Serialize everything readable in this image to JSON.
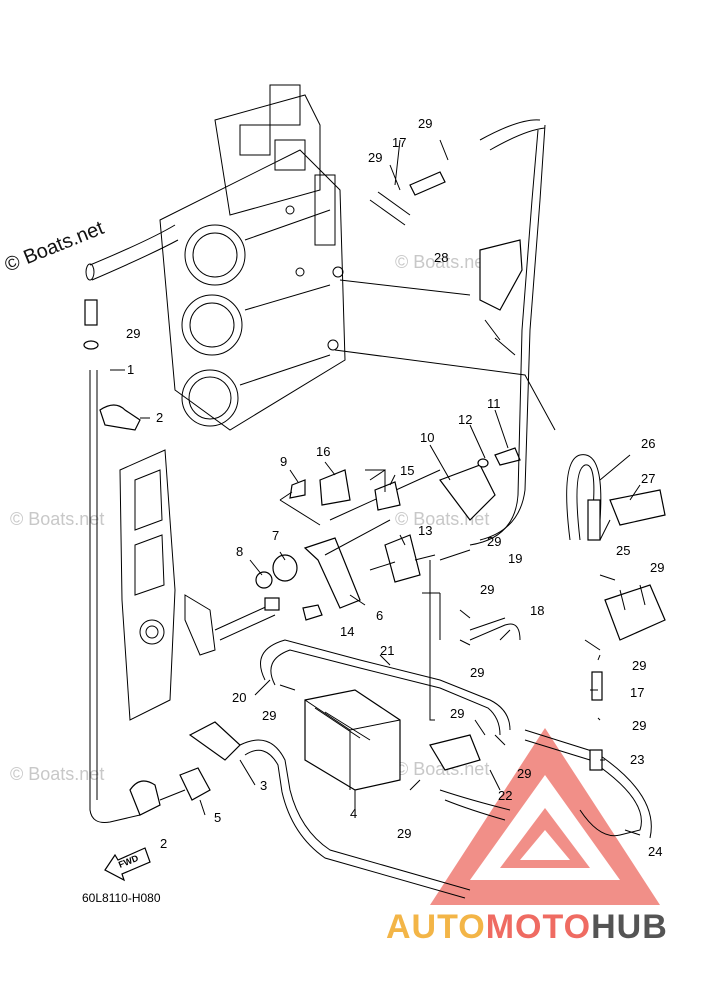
{
  "watermarks": {
    "main": "© Boats.net",
    "faint": "© Boats.net"
  },
  "diagram_code": "60L8110-H080",
  "fwd_label": "FWD",
  "brand": {
    "part1": "AUTO",
    "part2": "MOTO",
    "part3": "HUB"
  },
  "callouts": [
    {
      "id": "c1",
      "text": "1"
    },
    {
      "id": "c2a",
      "text": "2"
    },
    {
      "id": "c2b",
      "text": "2"
    },
    {
      "id": "c3",
      "text": "3"
    },
    {
      "id": "c4",
      "text": "4"
    },
    {
      "id": "c5",
      "text": "5"
    },
    {
      "id": "c6",
      "text": "6"
    },
    {
      "id": "c7",
      "text": "7"
    },
    {
      "id": "c8",
      "text": "8"
    },
    {
      "id": "c9",
      "text": "9"
    },
    {
      "id": "c10",
      "text": "10"
    },
    {
      "id": "c11",
      "text": "11"
    },
    {
      "id": "c12",
      "text": "12"
    },
    {
      "id": "c13",
      "text": "13"
    },
    {
      "id": "c14",
      "text": "14"
    },
    {
      "id": "c15",
      "text": "15"
    },
    {
      "id": "c16",
      "text": "16"
    },
    {
      "id": "c17a",
      "text": "17"
    },
    {
      "id": "c17b",
      "text": "17"
    },
    {
      "id": "c18",
      "text": "18"
    },
    {
      "id": "c19",
      "text": "19"
    },
    {
      "id": "c20",
      "text": "20"
    },
    {
      "id": "c21",
      "text": "21"
    },
    {
      "id": "c22",
      "text": "22"
    },
    {
      "id": "c23",
      "text": "23"
    },
    {
      "id": "c24",
      "text": "24"
    },
    {
      "id": "c25",
      "text": "25"
    },
    {
      "id": "c26",
      "text": "26"
    },
    {
      "id": "c27",
      "text": "27"
    },
    {
      "id": "c28",
      "text": "28"
    },
    {
      "id": "c29a",
      "text": "29"
    },
    {
      "id": "c29b",
      "text": "29"
    },
    {
      "id": "c29c",
      "text": "29"
    },
    {
      "id": "c29d",
      "text": "29"
    },
    {
      "id": "c29e",
      "text": "29"
    },
    {
      "id": "c29f",
      "text": "29"
    },
    {
      "id": "c29g",
      "text": "29"
    },
    {
      "id": "c29h",
      "text": "29"
    },
    {
      "id": "c29i",
      "text": "29"
    },
    {
      "id": "c29j",
      "text": "29"
    },
    {
      "id": "c29k",
      "text": "29"
    },
    {
      "id": "c29l",
      "text": "29"
    },
    {
      "id": "c29m",
      "text": "29"
    }
  ]
}
